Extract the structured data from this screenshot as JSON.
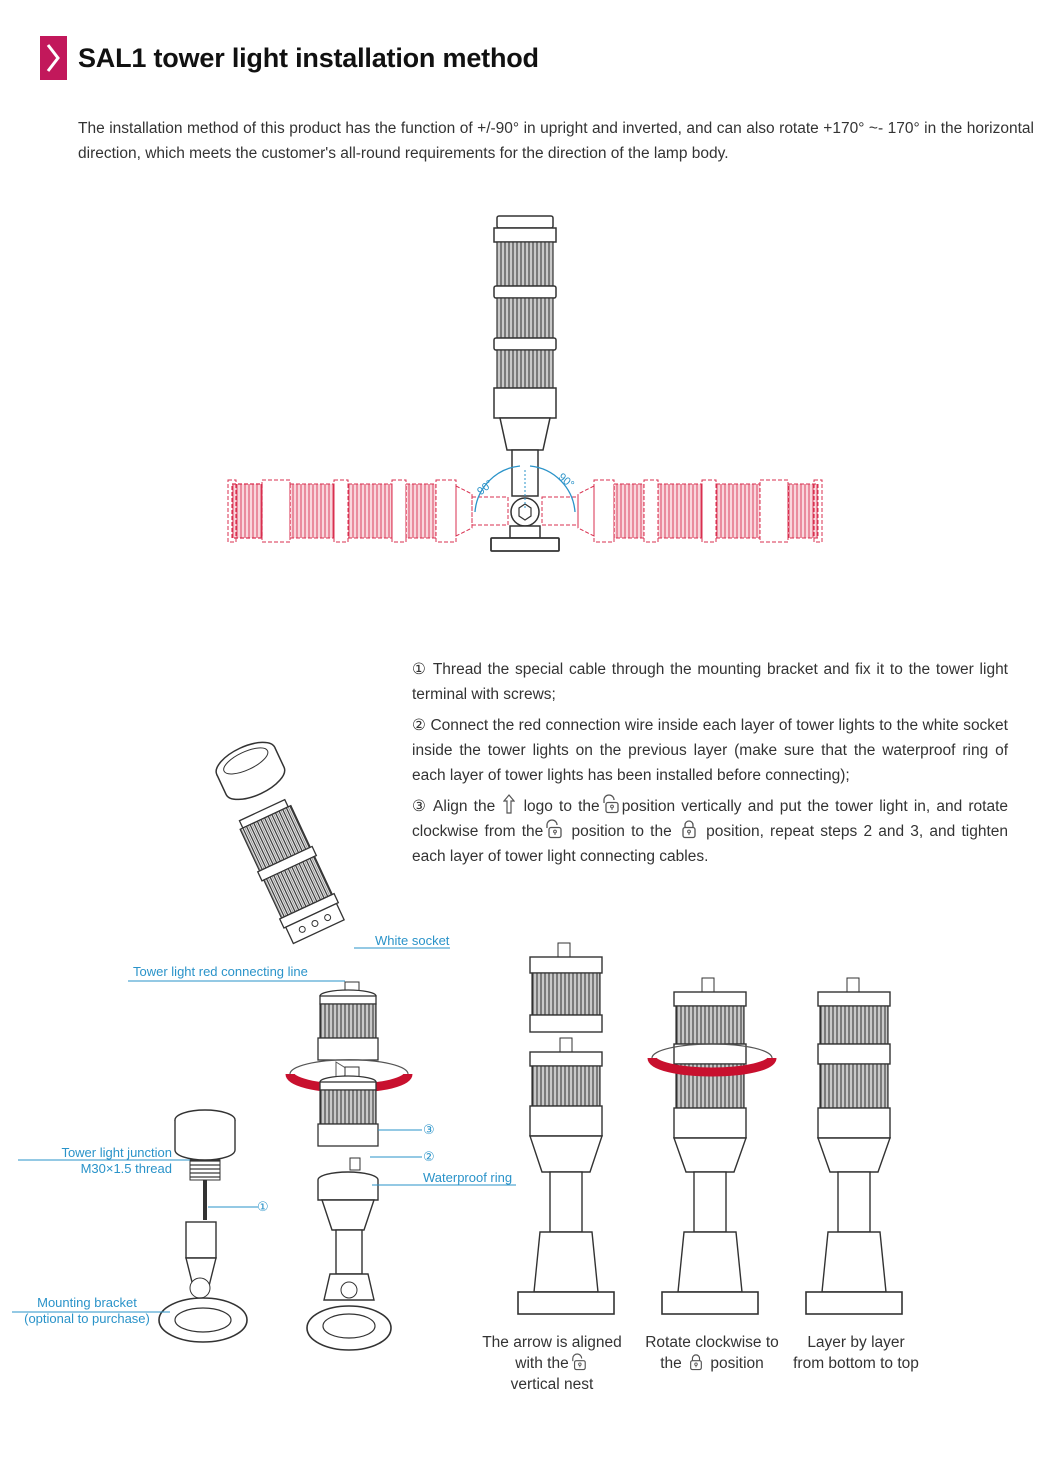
{
  "title": "SAL1 tower light installation method",
  "intro": "The installation method of this product has the function of +/-90° in upright and inverted, and can also rotate +170° ~- 170° in the horizontal direction, which meets the customer's all-round requirements for the direction of the lamp body.",
  "angles": {
    "left": "90°",
    "right": "90°"
  },
  "steps": {
    "s1": "① Thread the special cable through the mounting bracket and fix it to the tower light terminal with screws;",
    "s2": "② Connect the red connection wire inside each layer of tower lights to the white socket inside the tower lights on the previous layer (make sure that the waterproof ring of each layer of tower lights has been installed before connecting);",
    "s3_a": "③ Align the",
    "s3_b": "logo to the",
    "s3_c": "position vertically and put the tower light in, and rotate clockwise from the",
    "s3_d": "position to the",
    "s3_e": "position, repeat steps 2 and 3, and tighten each layer of tower light connecting cables."
  },
  "labels": {
    "white_socket": "White socket",
    "red_line": "Tower light red connecting line",
    "junction_1": "Tower light junction",
    "junction_2": "M30×1.5 thread",
    "mark_1": "①",
    "mark_2": "②",
    "mark_3": "③",
    "waterproof": "Waterproof ring",
    "bracket_1": "Mounting bracket",
    "bracket_2": "(optional to purchase)"
  },
  "captions": {
    "c1_a": "The arrow is aligned",
    "c1_b": "with the",
    "c1_c": "vertical nest",
    "c2_a": "Rotate clockwise to",
    "c2_b": "the",
    "c2_c": "position",
    "c3_a": "Layer by layer",
    "c3_b": "from bottom to top"
  },
  "colors": {
    "accent": "#c2185b",
    "label": "#2a93c9",
    "red_line": "#d92f4f",
    "ring": "#c8102e"
  }
}
